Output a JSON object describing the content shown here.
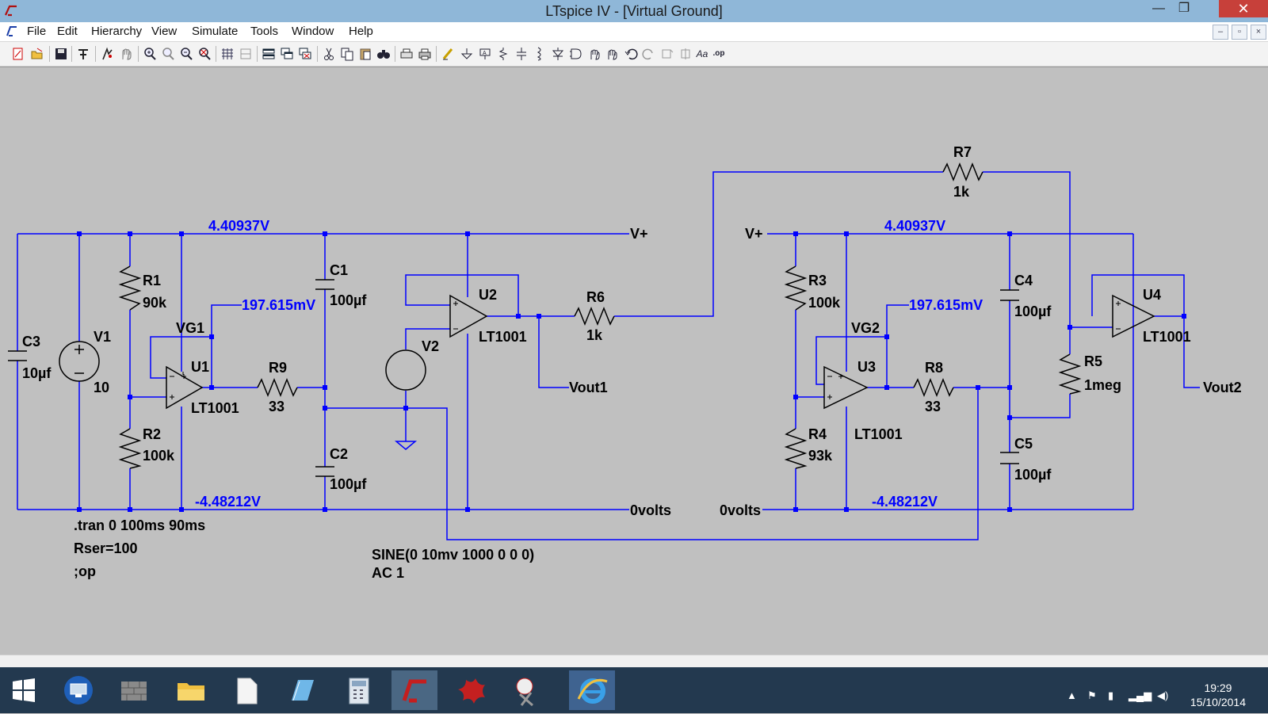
{
  "window": {
    "title": "LTspice IV - [Virtual Ground]",
    "minimize": "—",
    "restore": "❐",
    "close": "✕"
  },
  "menu": [
    "File",
    "Edit",
    "Hierarchy",
    "View",
    "Simulate",
    "Tools",
    "Window",
    "Help"
  ],
  "mdi_buttons": {
    "min": "–",
    "restore": "▫",
    "close": "×"
  },
  "toolbar": {
    "icons": [
      "new-schematic-icon",
      "open-icon",
      "save-icon",
      "control-panel-icon",
      "run-icon",
      "halt-icon",
      "zoom-in-icon",
      "zoom-out-icon",
      "zoom-full-icon",
      "zoom-cancel-icon",
      "autoscale-icon",
      "pan-icon",
      "tile-icon",
      "cascade-icon",
      "close-windows-icon",
      "cut-icon",
      "copy-icon",
      "paste-icon",
      "find-icon",
      "print-setup-icon",
      "print-icon",
      "wire-icon",
      "ground-icon",
      "label-net-icon",
      "resistor-icon",
      "capacitor-icon",
      "inductor-icon",
      "diode-icon",
      "component-icon",
      "move-icon",
      "drag-icon",
      "undo-icon",
      "redo-icon",
      "rotate-icon",
      "mirror-icon",
      "text-icon",
      "spice-directive-icon"
    ],
    "text_glyph": "Aa",
    "op_glyph": ".op"
  },
  "schematic": {
    "left": {
      "rail_pos_voltage": "4.40937V",
      "rail_neg_voltage": "-4.48212V",
      "vg_voltage": "197.615mV",
      "vplus_label": "V+",
      "zero_label": "0volts",
      "vout_label": "Vout1",
      "c3": {
        "ref": "C3",
        "value": "10µf"
      },
      "v1": {
        "ref": "V1",
        "value": "10"
      },
      "r1": {
        "ref": "R1",
        "value": "90k"
      },
      "r2": {
        "ref": "R2",
        "value": "100k"
      },
      "vg": "VG1",
      "u1": {
        "ref": "U1",
        "model": "LT1001"
      },
      "r9": {
        "ref": "R9",
        "value": "33"
      },
      "c1": {
        "ref": "C1",
        "value": "100µf"
      },
      "c2": {
        "ref": "C2",
        "value": "100µf"
      },
      "v2": {
        "ref": "V2"
      },
      "u2": {
        "ref": "U2",
        "model": "LT1001"
      },
      "r6": {
        "ref": "R6",
        "value": "1k"
      }
    },
    "right": {
      "rail_pos_voltage": "4.40937V",
      "rail_neg_voltage": "-4.48212V",
      "vg_voltage": "197.615mV",
      "vplus_label": "V+",
      "zero_label": "0volts",
      "vout_label": "Vout2",
      "r3": {
        "ref": "R3",
        "value": "100k"
      },
      "r4": {
        "ref": "R4",
        "value": "93k"
      },
      "vg": "VG2",
      "u3": {
        "ref": "U3",
        "model": "LT1001"
      },
      "r8": {
        "ref": "R8",
        "value": "33"
      },
      "c4": {
        "ref": "C4",
        "value": "100µf"
      },
      "c5": {
        "ref": "C5",
        "value": "100µf"
      },
      "r5": {
        "ref": "R5",
        "value": "1meg"
      },
      "u4": {
        "ref": "U4",
        "model": "LT1001"
      }
    },
    "r7": {
      "ref": "R7",
      "value": "1k"
    },
    "directives": [
      ".tran 0 100ms 90ms",
      "Rser=100",
      ";op"
    ],
    "v2_source": [
      "SINE(0 10mv 1000 0 0 0)",
      "AC 1"
    ],
    "wire_color": "#0000ff",
    "label_color": "#0000ff",
    "text_color": "#000000"
  },
  "taskbar": {
    "apps": [
      "start-icon",
      "remote-desktop-icon",
      "firewall-icon",
      "file-explorer-icon",
      "document-icon",
      "notepad-icon",
      "calculator-icon",
      "ltspice-icon",
      "paint-splat-icon",
      "snipping-tool-icon",
      "internet-explorer-icon"
    ],
    "clock_time": "19:29",
    "clock_date": "15/10/2014"
  }
}
